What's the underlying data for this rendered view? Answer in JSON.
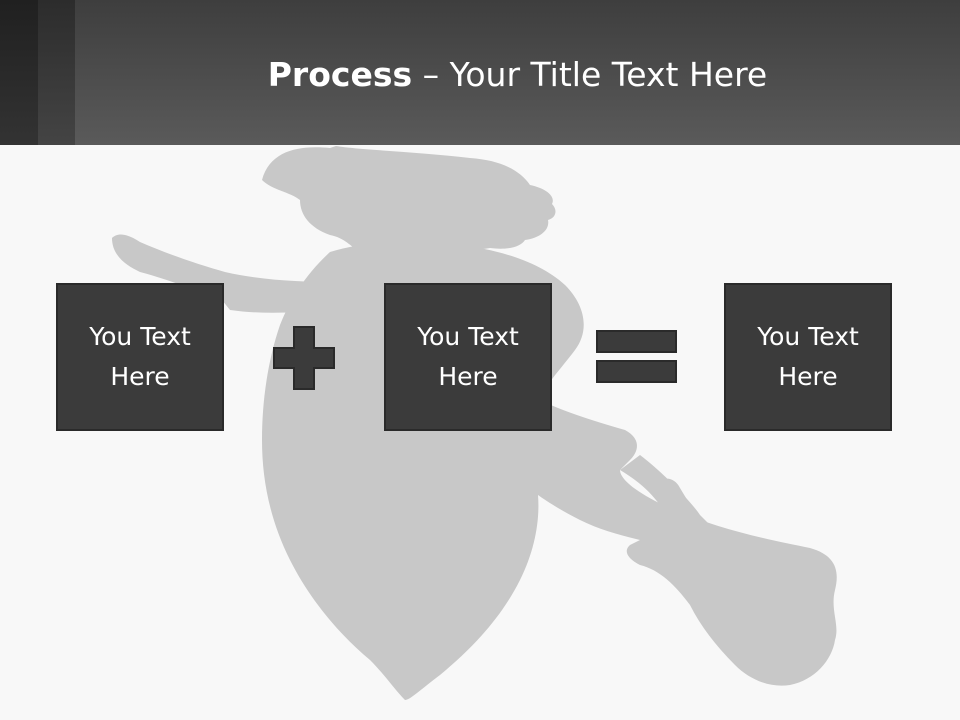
{
  "title": {
    "bold": "Process",
    "rest": " – Your Title Text Here"
  },
  "process": {
    "boxes": [
      {
        "text": "You Text Here"
      },
      {
        "text": "You Text Here"
      },
      {
        "text": "You Text Here"
      }
    ],
    "operators": [
      "plus-icon",
      "equals-icon"
    ]
  },
  "colors": {
    "header": "#4a4a4a",
    "box": "#3b3b3b",
    "silhouette": "#c8c8c8",
    "background": "#f8f8f8"
  },
  "background_image": "witch-on-broom-silhouette"
}
